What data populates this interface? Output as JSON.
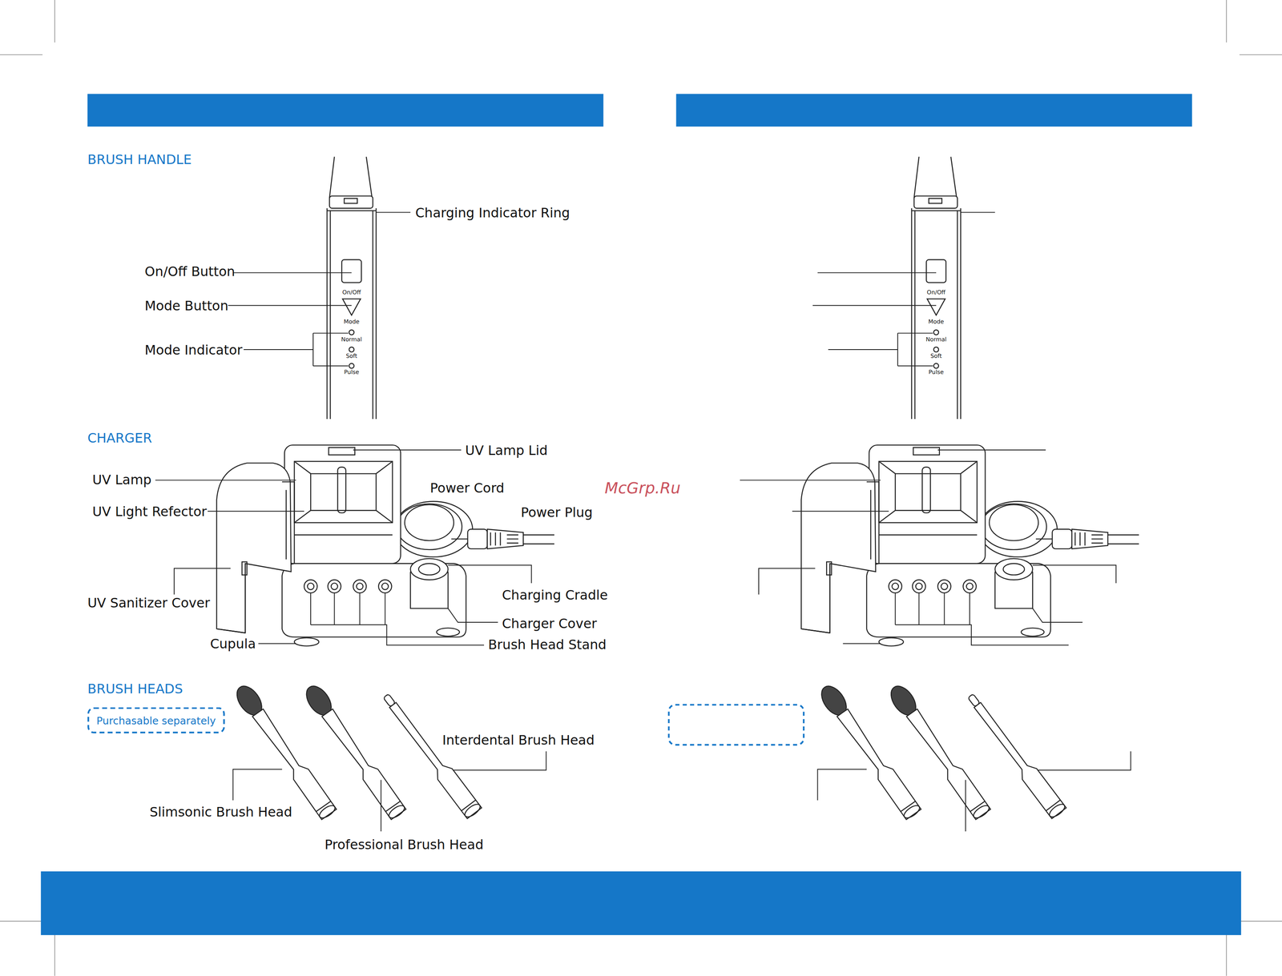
{
  "diagram": {
    "nodes": [
      {
        "text": [
          "Purchasable separately"
        ]
      }
    ],
    "labels": [
      "BRUSH HANDLE",
      "Charging Indicator Ring",
      "On/Off Button",
      "Mode Button",
      "Mode Indicator",
      "On/Off",
      "Mode",
      "Normal",
      "Soft",
      "Pulse",
      "On/Off",
      "Mode",
      "Normal",
      "Soft",
      "Pulse",
      "CHARGER",
      "UV Lamp Lid",
      "UV Lamp",
      "Power Cord",
      "Power Plug",
      "UV Light Refector",
      "UV Sanitizer Cover",
      "Charging Cradle",
      "Charger Cover",
      "Cupula",
      "Brush Head Stand",
      "BRUSH HEADS",
      "Interdental Brush Head",
      "Slimsonic Brush Head",
      "Professional Brush Head",
      "McGrp.Ru"
    ]
  }
}
